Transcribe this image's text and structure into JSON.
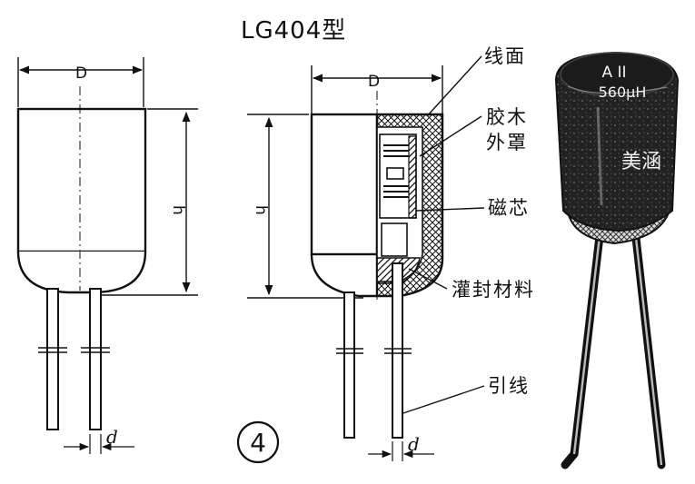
{
  "title": "LG404型",
  "figure_number": "4",
  "left_view": {
    "dim_d_top": "D",
    "dim_h": "h",
    "dim_d_bottom": "d"
  },
  "section_view": {
    "dim_d_top": "D",
    "dim_h": "h",
    "dim_d_bottom": "d"
  },
  "callouts": {
    "lacquer": "线面",
    "bakelite_line1": "胶木",
    "bakelite_line2": "外罩",
    "core": "磁芯",
    "potting": "灌封材料",
    "lead": "引线"
  },
  "photo": {
    "line1": "A II",
    "line2": "560μH",
    "logo": "美涵"
  },
  "colors": {
    "ink": "#111111",
    "paper": "#ffffff",
    "body_dark": "#1b1b1b"
  }
}
